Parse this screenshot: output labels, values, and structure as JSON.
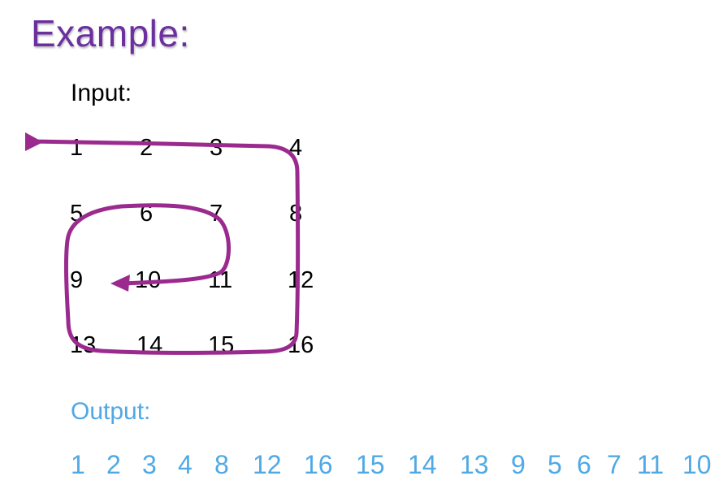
{
  "title": "Example:",
  "input": {
    "label": "Input:",
    "matrix": [
      [
        "1",
        "2",
        "3",
        "4"
      ],
      [
        "5",
        "6",
        "7",
        "8"
      ],
      [
        "9",
        "10",
        "11",
        "12"
      ],
      [
        "13",
        "14",
        "15",
        "16"
      ]
    ]
  },
  "output": {
    "label": "Output:",
    "sequence": [
      "1",
      "2",
      "3",
      "4",
      "8",
      "12",
      "16",
      "15",
      "14",
      "13",
      "9",
      "5",
      "6",
      "7",
      "11",
      "10"
    ]
  },
  "colors": {
    "title": "#6b2fa0",
    "spiral": "#9b2a8f",
    "output": "#4fa9e6"
  }
}
